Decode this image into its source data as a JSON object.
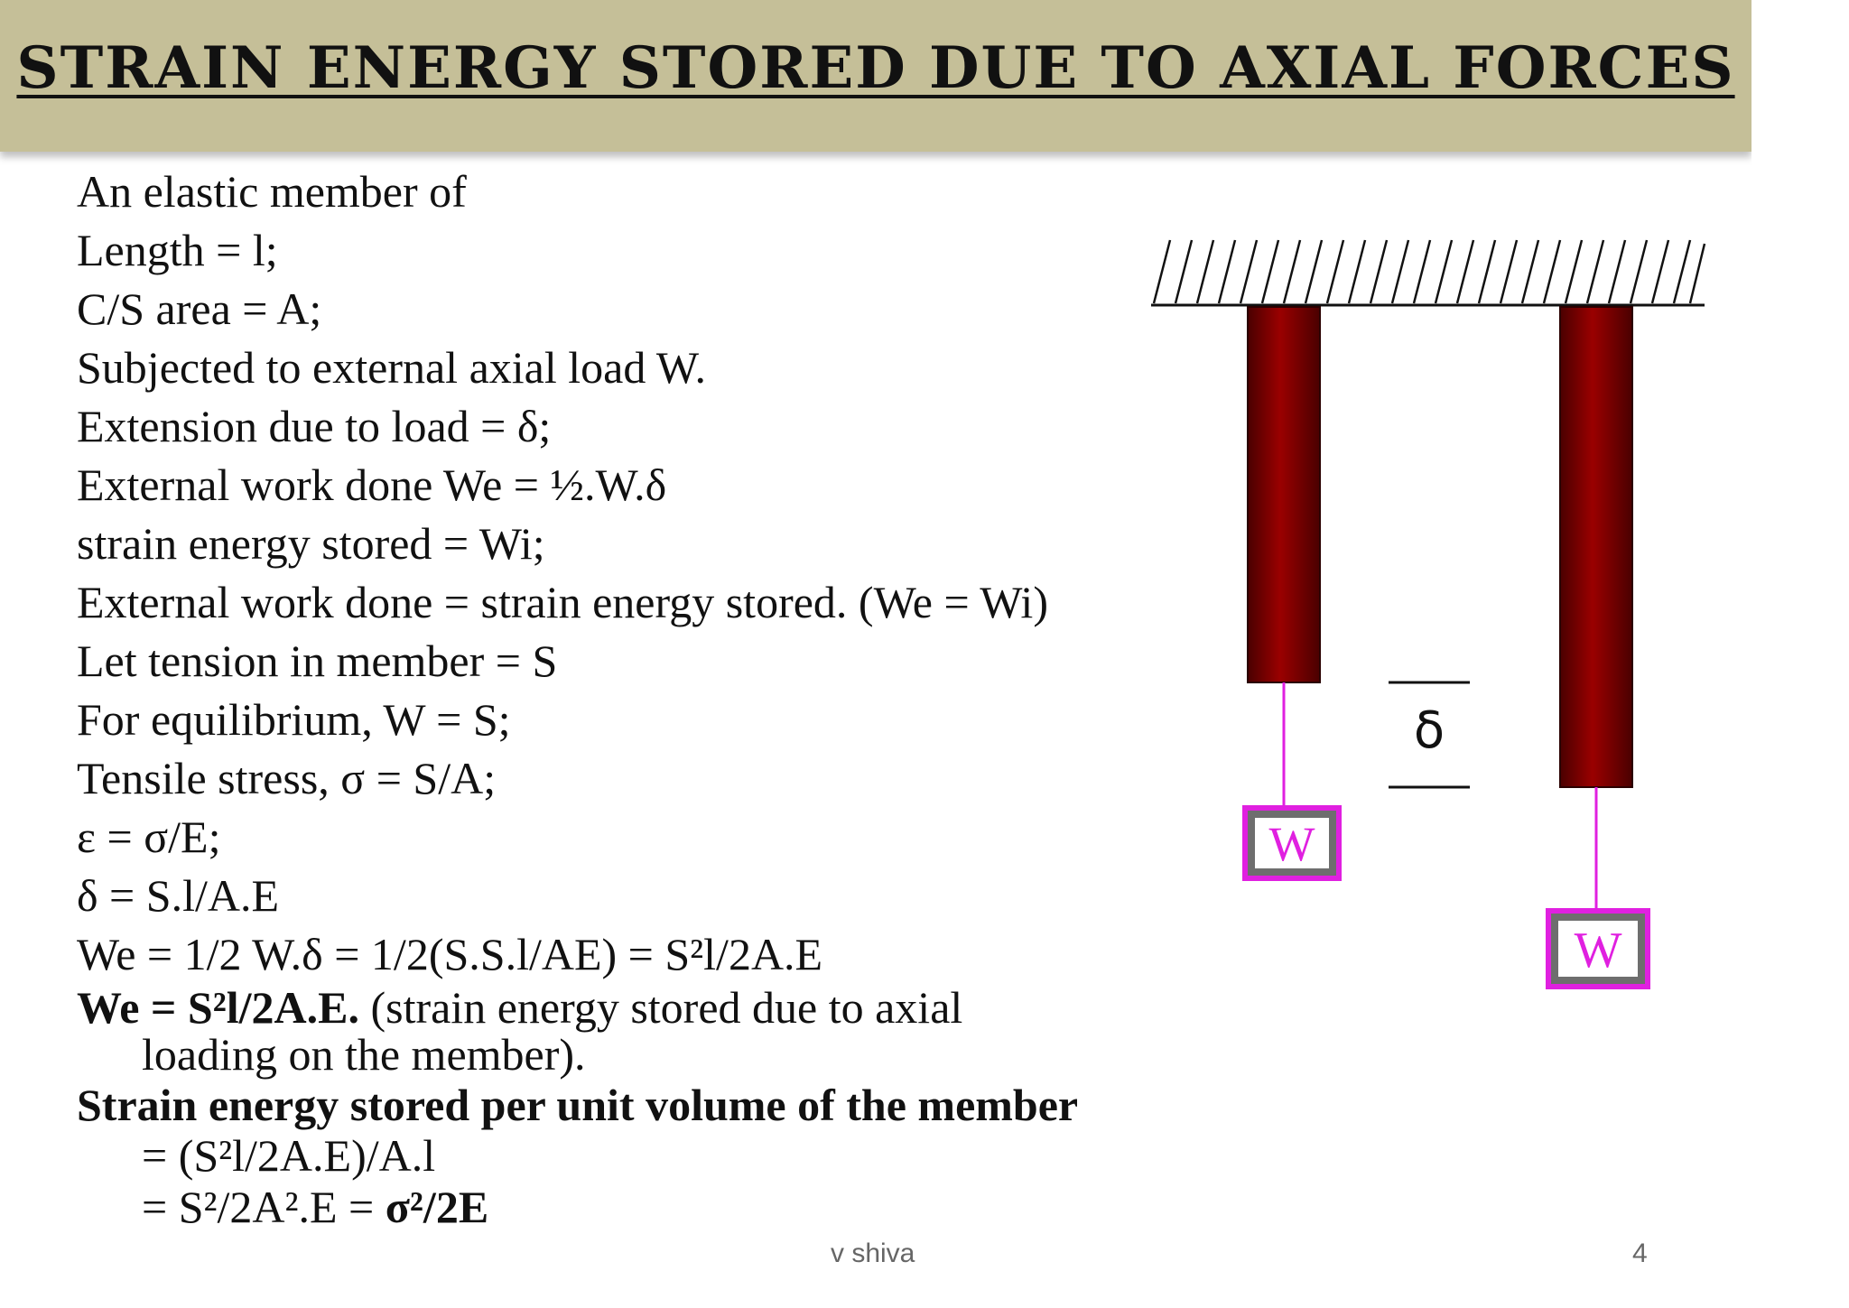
{
  "slide": {
    "title": "STRAIN ENERGY STORED DUE TO AXIAL FORCES",
    "lines": [
      "An elastic member of",
      "Length = l;",
      "C/S area = A;",
      "Subjected to external axial load W.",
      "Extension due to load = δ;",
      "External work done We = ½.W.δ",
      "strain energy stored = Wi;",
      "External work done = strain energy stored. (We = Wi)",
      "Let tension in member = S",
      "For equilibrium, W = S;",
      "Tensile stress, σ = S/A;",
      "ε = σ/E;",
      "δ = S.l/A.E",
      "We = 1/2 W.δ = 1/2(S.S.l/AE) = S²l/2A.E"
    ],
    "result_bold": "We = S²l/2A.E.",
    "result_rest": " (strain energy stored due to axial",
    "result_cont": "loading on the member).",
    "per_volume_heading": "Strain energy stored per unit volume of  the member",
    "per_volume_line1": "= (S²l/2A.E)/A.l",
    "per_volume_line2_plain": "= S²/2A².E = ",
    "per_volume_line2_bold": "σ²/2E",
    "author": "v shiva",
    "page_number": "4"
  },
  "diagram": {
    "load_label_1": "W",
    "load_label_2": "W",
    "extension_label": "δ",
    "bar_color": "#8b0000",
    "hanger_color": "#e020e0",
    "weight_text_color": "#e020e0"
  }
}
